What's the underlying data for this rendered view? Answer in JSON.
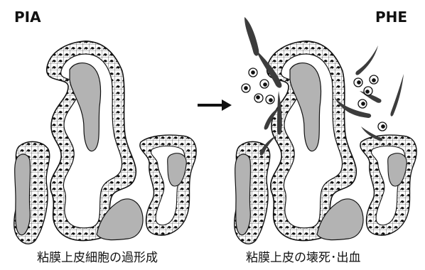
{
  "left_panel": {
    "title": "PIA",
    "caption": "粘膜上皮細胞の過形成"
  },
  "right_panel": {
    "title": "PHE",
    "caption": "粘膜上皮の壊死･出血"
  },
  "colors": {
    "stroma": "#b3b3b3",
    "outline": "#111111",
    "hemorrhage": "#3c3c3c",
    "cell_fill": "#ffffff"
  }
}
